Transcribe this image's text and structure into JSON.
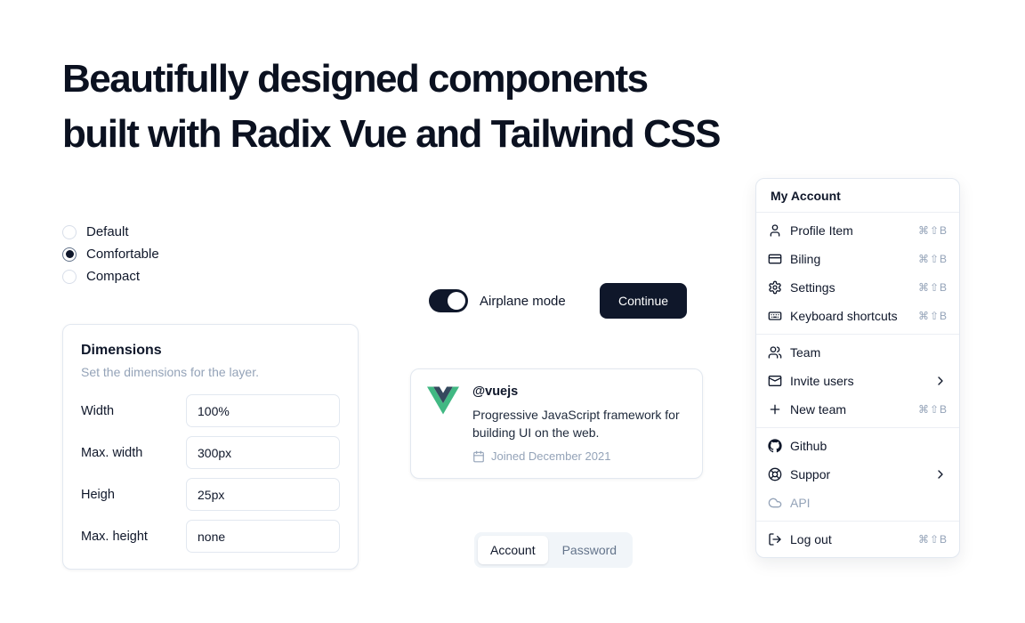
{
  "hero": {
    "title_line1": "Beautifully designed components",
    "title_line2": "built with Radix Vue and Tailwind CSS"
  },
  "radio_group": {
    "options": [
      {
        "label": "Default",
        "selected": false
      },
      {
        "label": "Comfortable",
        "selected": true
      },
      {
        "label": "Compact",
        "selected": false
      }
    ]
  },
  "dimensions_card": {
    "title": "Dimensions",
    "subtitle": "Set the dimensions for the layer.",
    "fields": [
      {
        "label": "Width",
        "value": "100%"
      },
      {
        "label": "Max. width",
        "value": "300px"
      },
      {
        "label": "Heigh",
        "value": "25px"
      },
      {
        "label": "Max. height",
        "value": "none"
      }
    ]
  },
  "airplane_switch": {
    "label": "Airplane mode",
    "state": "on"
  },
  "continue_button": {
    "label": "Continue"
  },
  "vue_card": {
    "handle": "@vuejs",
    "description": "Progressive JavaScript framework for building UI on the web.",
    "joined": "Joined December 2021",
    "logo_colors": {
      "green": "#41B883",
      "navy": "#35495E"
    }
  },
  "tabs": {
    "items": [
      {
        "label": "Account",
        "active": true
      },
      {
        "label": "Password",
        "active": false
      }
    ]
  },
  "menu": {
    "header": "My Account",
    "shortcut": "⌘⇧B",
    "groups": [
      {
        "items": [
          {
            "label": "Profile Item",
            "icon": "user-icon",
            "shortcut": "⌘⇧B"
          },
          {
            "label": "Biling",
            "icon": "credit-card-icon",
            "shortcut": "⌘⇧B"
          },
          {
            "label": "Settings",
            "icon": "gear-icon",
            "shortcut": "⌘⇧B"
          },
          {
            "label": "Keyboard shortcuts",
            "icon": "keyboard-icon",
            "shortcut": "⌘⇧B"
          }
        ]
      },
      {
        "items": [
          {
            "label": "Team",
            "icon": "users-icon"
          },
          {
            "label": "Invite users",
            "icon": "mail-icon",
            "submenu": true
          },
          {
            "label": "New team",
            "icon": "plus-icon",
            "shortcut": "⌘⇧B"
          }
        ]
      },
      {
        "items": [
          {
            "label": "Github",
            "icon": "github-icon"
          },
          {
            "label": "Suppor",
            "icon": "lifebuoy-icon",
            "submenu": true
          },
          {
            "label": "API",
            "icon": "cloud-icon",
            "disabled": true
          }
        ]
      },
      {
        "items": [
          {
            "label": "Log out",
            "icon": "logout-icon",
            "shortcut": "⌘⇧B"
          }
        ]
      }
    ]
  }
}
